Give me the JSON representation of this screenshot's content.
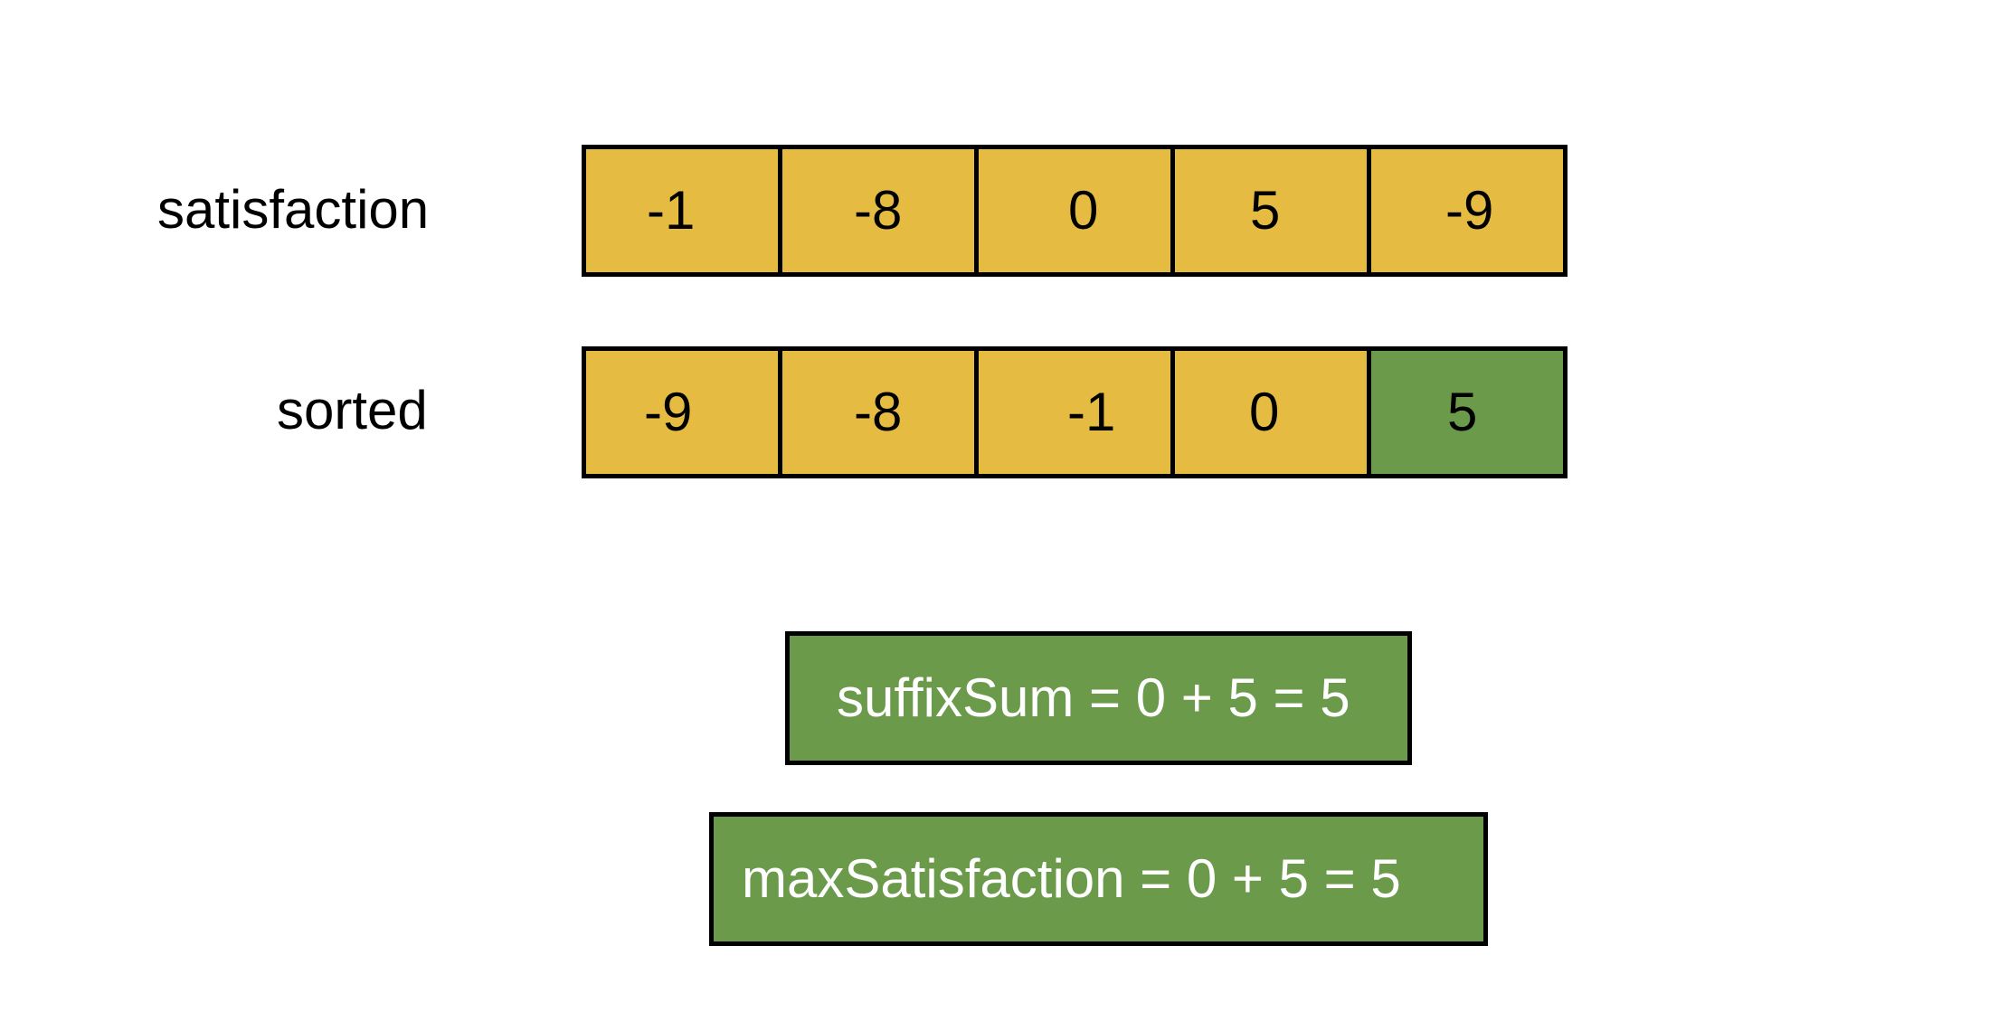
{
  "colors": {
    "default_cell": "#e6bb41",
    "highlight_cell": "#6b9a4b",
    "result_box": "#6b9a4b"
  },
  "rows": {
    "satisfaction": {
      "label": "satisfaction",
      "cells": [
        {
          "value": "-1",
          "highlighted": false
        },
        {
          "value": "-8",
          "highlighted": false
        },
        {
          "value": "0",
          "highlighted": false
        },
        {
          "value": "5",
          "highlighted": false
        },
        {
          "value": "-9",
          "highlighted": false
        }
      ]
    },
    "sorted": {
      "label": "sorted",
      "cells": [
        {
          "value": "-9",
          "highlighted": false
        },
        {
          "value": "-8",
          "highlighted": false
        },
        {
          "value": "-1",
          "highlighted": false
        },
        {
          "value": "0",
          "highlighted": false
        },
        {
          "value": "5",
          "highlighted": true
        }
      ]
    }
  },
  "results": {
    "suffix_sum": "suffixSum = 0 + 5 = 5",
    "max_satisfaction": "maxSatisfaction = 0 + 5 = 5"
  }
}
